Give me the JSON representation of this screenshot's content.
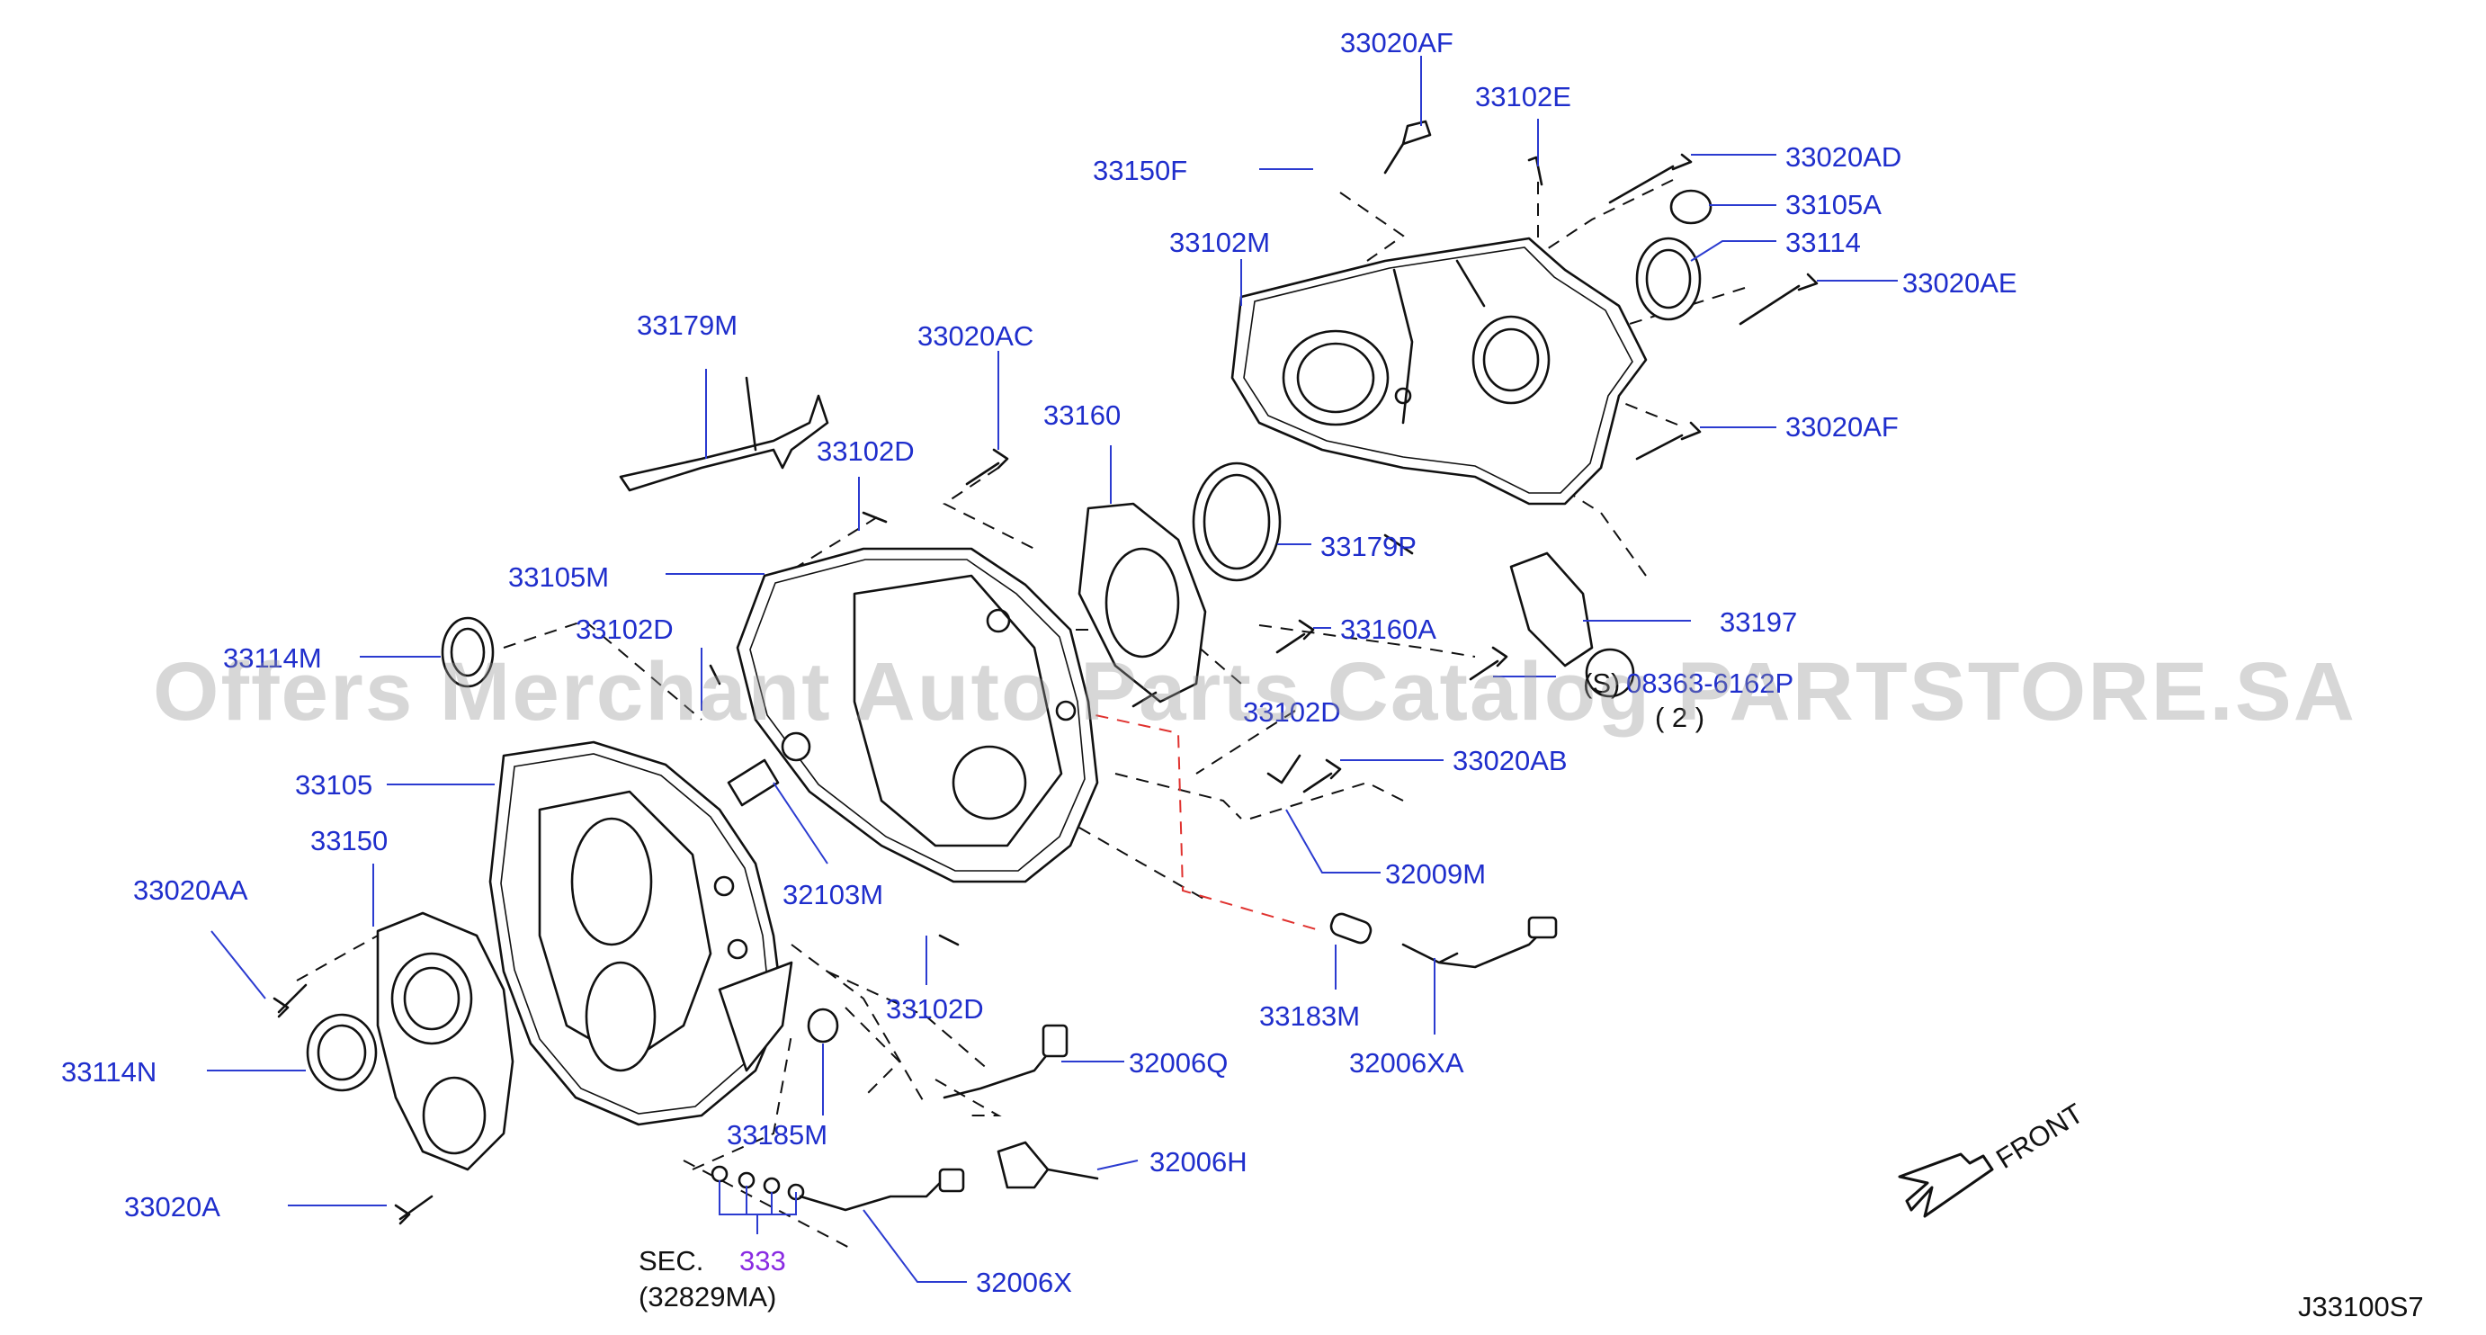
{
  "diagram": {
    "labels": {
      "p33020AF_top": "33020AF",
      "p33102E": "33102E",
      "p33150F": "33150F",
      "p33020AD": "33020AD",
      "p33105A": "33105A",
      "p33102M": "33102M",
      "p33114": "33114",
      "p33020AE": "33020AE",
      "p33179M": "33179M",
      "p33020AC": "33020AC",
      "p33160": "33160",
      "p33020AF_mid": "33020AF",
      "p33102D_a": "33102D",
      "p33179P": "33179P",
      "p33105M": "33105M",
      "p33197": "33197",
      "p33102D_b": "33102D",
      "p33160A": "33160A",
      "p33114M": "33114M",
      "p33102D_c": "33102D",
      "p08363": "08363-6162P",
      "p33020AB": "33020AB",
      "p33105": "33105",
      "p32009M": "32009M",
      "p33150": "33150",
      "p32103M": "32103M",
      "p33020AA": "33020AA",
      "p33102D_d": "33102D",
      "p33183M": "33183M",
      "p33114N": "33114N",
      "p32006Q": "32006Q",
      "p32006XA": "32006XA",
      "p33185M": "33185M",
      "p32006H": "32006H",
      "p33020A": "33020A",
      "p32006X": "32006X"
    },
    "bolt_prefix": "(S)",
    "qty_note": "( 2 )",
    "sec_label": "SEC.",
    "sec_number": "333",
    "sec_ref": "(32829MA)",
    "front_label": "FRONT",
    "drawing_code": "J33100S7",
    "watermark": "Offers Merchant Auto Parts Catalog PARTSTORE.SA"
  },
  "colors": {
    "label": "#1f2ecc",
    "leader": "#2b3bd0",
    "section_link": "#8a2be2",
    "red_dash": "#e0322f",
    "line": "#111111"
  }
}
